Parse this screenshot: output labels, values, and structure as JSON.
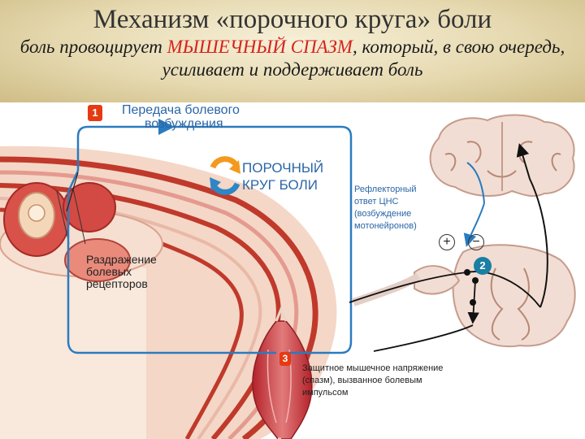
{
  "header": {
    "title": "Механизм «порочного круга» боли",
    "subtitle_pre": "боль провоцирует ",
    "subtitle_red": "МЫШЕЧНЫЙ СПАЗМ",
    "subtitle_post": ", который, в свою очередь, усиливает и поддерживает боль"
  },
  "steps": [
    {
      "number": "1",
      "label_line1": "Передача болевого",
      "label_line2": "возбуждения"
    },
    {
      "number": "2"
    },
    {
      "number": "3"
    }
  ],
  "cycle": {
    "line1": "ПОРОЧНЫЙ",
    "line2": "КРУГ БОЛИ",
    "arrow_color": "#2d86c6",
    "arrow_color2": "#f39a1e"
  },
  "irritation": {
    "line1": "Раздражение",
    "line2": "болевых",
    "line3": "рецепторов"
  },
  "reflex": {
    "line1": "Рефлекторный",
    "line2": "ответ ЦНС",
    "line3": "(возбуждение",
    "line4": "мотонейронов)"
  },
  "signs": {
    "plus": "+",
    "minus": "−"
  },
  "spasm": {
    "line1": "Защитное мышечное напряжение",
    "line2": "(спазм), вызванное болевым",
    "line3": "импульсом"
  },
  "colors": {
    "pathway": "#2a7bbf",
    "accent_red": "#d6221b",
    "badge": "#e53a12",
    "step2_badge": "#1b7ea3"
  }
}
